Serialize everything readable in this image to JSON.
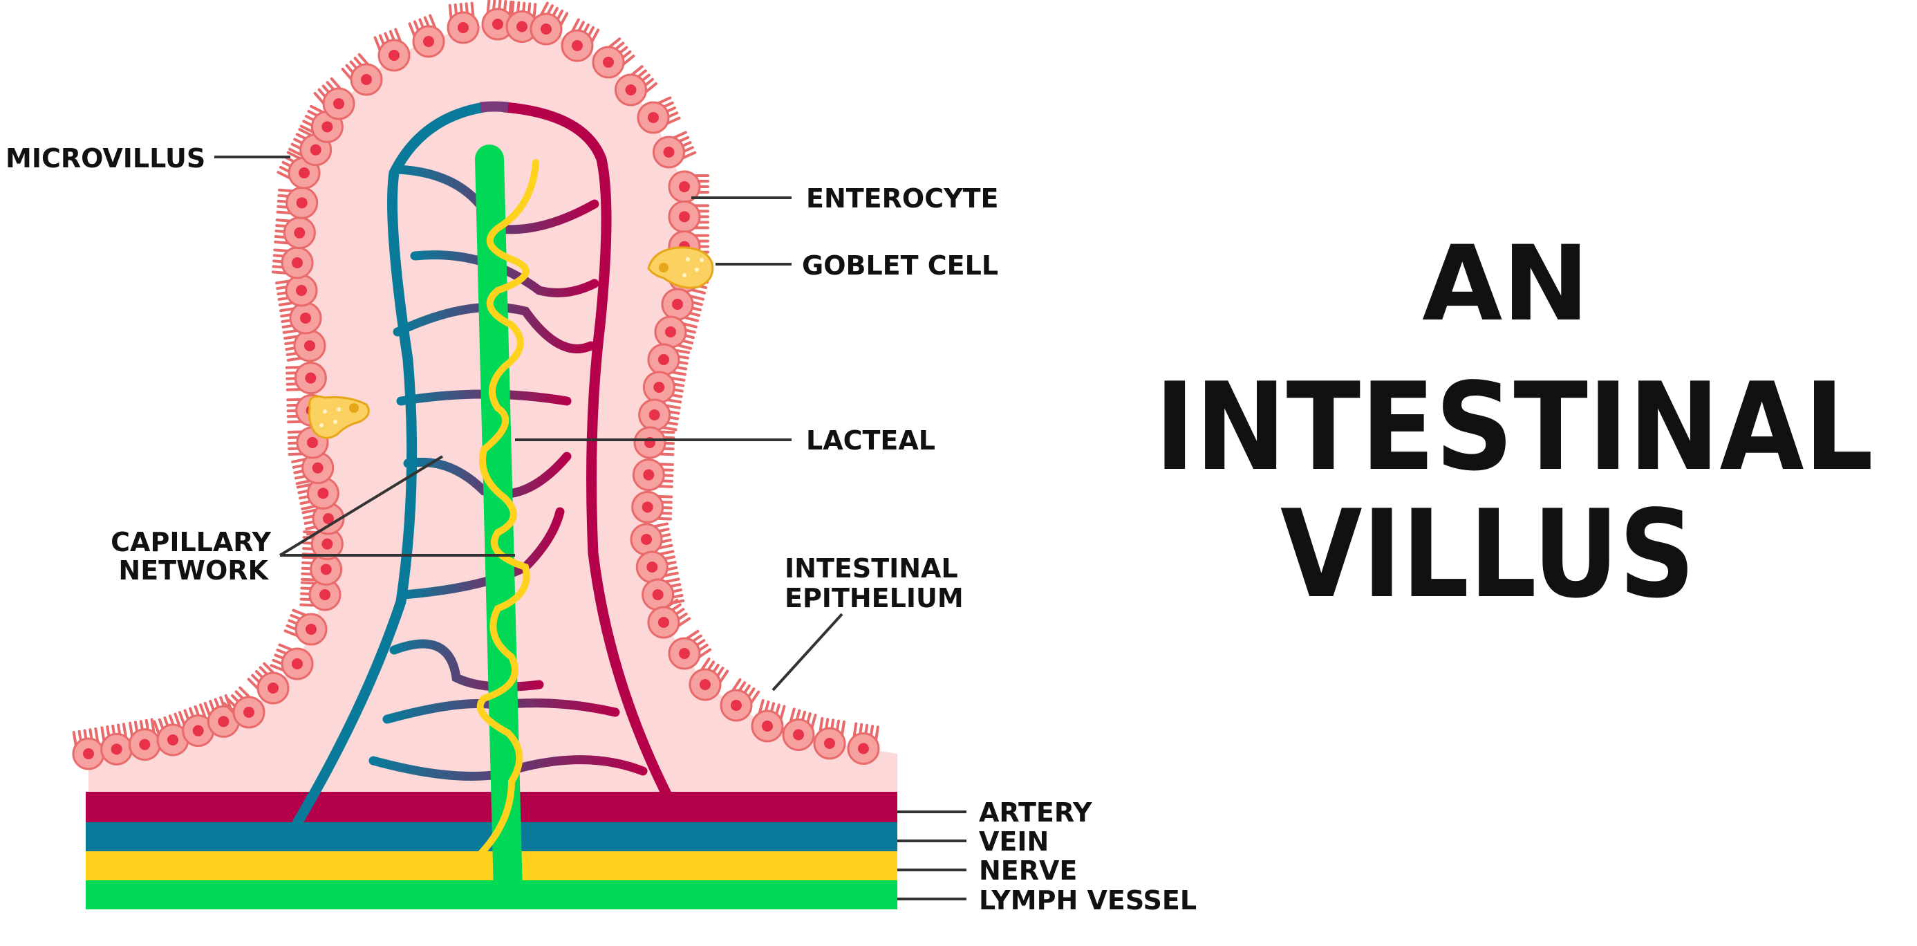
{
  "title": {
    "line1": "AN",
    "line2": "INTESTINAL",
    "line3": "VILLUS"
  },
  "labels": {
    "microvillus": "MICROVILLUS",
    "enterocyte": "ENTEROCYTE",
    "goblet_cell": "GOBLET CELL",
    "lacteal": "LACTEAL",
    "capillary_network_1": "CAPILLARY",
    "capillary_network_2": "NETWORK",
    "intestinal_epithelium_1": "INTESTINAL",
    "intestinal_epithelium_2": "EPITHELIUM",
    "artery": "ARTERY",
    "vein": "VEIN",
    "nerve": "NERVE",
    "lymph_vessel": "LYMPH VESSEL"
  },
  "colors": {
    "artery": "#b5004a",
    "vein": "#0a7a9a",
    "nerve": "#ffd21e",
    "lymph_vessel": "#00d856",
    "cell_fill": "#f7a0a0",
    "cell_stroke": "#e86a6a",
    "nucleus": "#e8324a",
    "villus_core": "#fdd8d8",
    "goblet": "#fbd262",
    "goblet_stroke": "#e7a618"
  }
}
